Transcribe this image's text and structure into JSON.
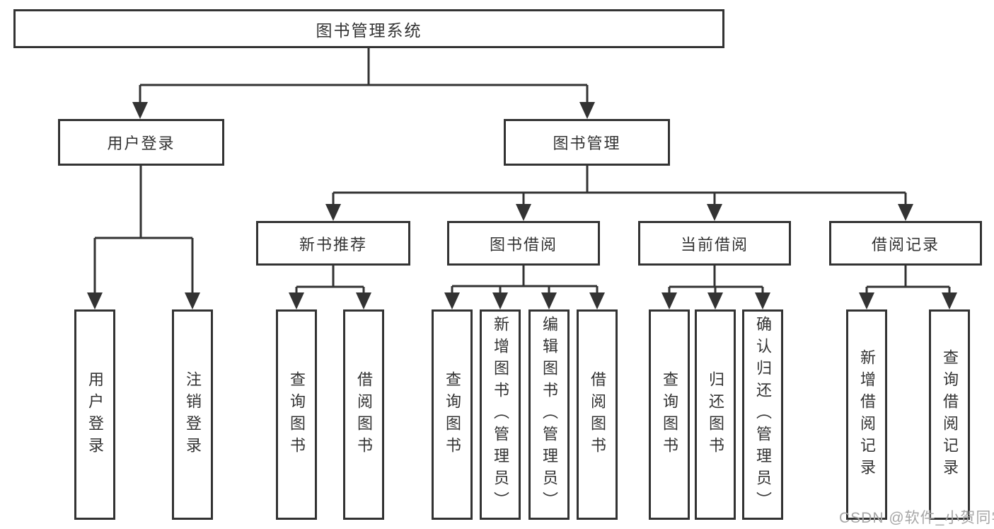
{
  "colors": {
    "line": "#333333",
    "text": "#333333",
    "box_background": "#ffffff",
    "watermark": "#a6a6a6",
    "page_background": "#ffffff"
  },
  "watermark": "CSDN @软件_小贺同学",
  "nodes": {
    "root": {
      "label": "图书管理系统"
    },
    "level2": [
      {
        "label": "用户登录"
      },
      {
        "label": "图书管理"
      }
    ],
    "level3": [
      {
        "label": "新书推荐",
        "parent": "图书管理"
      },
      {
        "label": "图书借阅",
        "parent": "图书管理"
      },
      {
        "label": "当前借阅",
        "parent": "图书管理"
      },
      {
        "label": "借阅记录",
        "parent": "图书管理"
      }
    ],
    "leaves": [
      {
        "label": "用户登录",
        "parent": "用户登录"
      },
      {
        "label": "注销登录",
        "parent": "用户登录"
      },
      {
        "label": "查询图书",
        "parent": "新书推荐"
      },
      {
        "label": "借阅图书",
        "parent": "新书推荐"
      },
      {
        "label": "查询图书",
        "parent": "图书借阅"
      },
      {
        "label": "新增图书（管理员）",
        "parent": "图书借阅"
      },
      {
        "label": "编辑图书（管理员）",
        "parent": "图书借阅"
      },
      {
        "label": "借阅图书",
        "parent": "图书借阅"
      },
      {
        "label": "查询图书",
        "parent": "当前借阅"
      },
      {
        "label": "归还图书",
        "parent": "当前借阅"
      },
      {
        "label": "确认归还（管理员）",
        "parent": "当前借阅"
      },
      {
        "label": "新增借阅记录",
        "parent": "借阅记录"
      },
      {
        "label": "查询借阅记录",
        "parent": "借阅记录"
      }
    ]
  }
}
